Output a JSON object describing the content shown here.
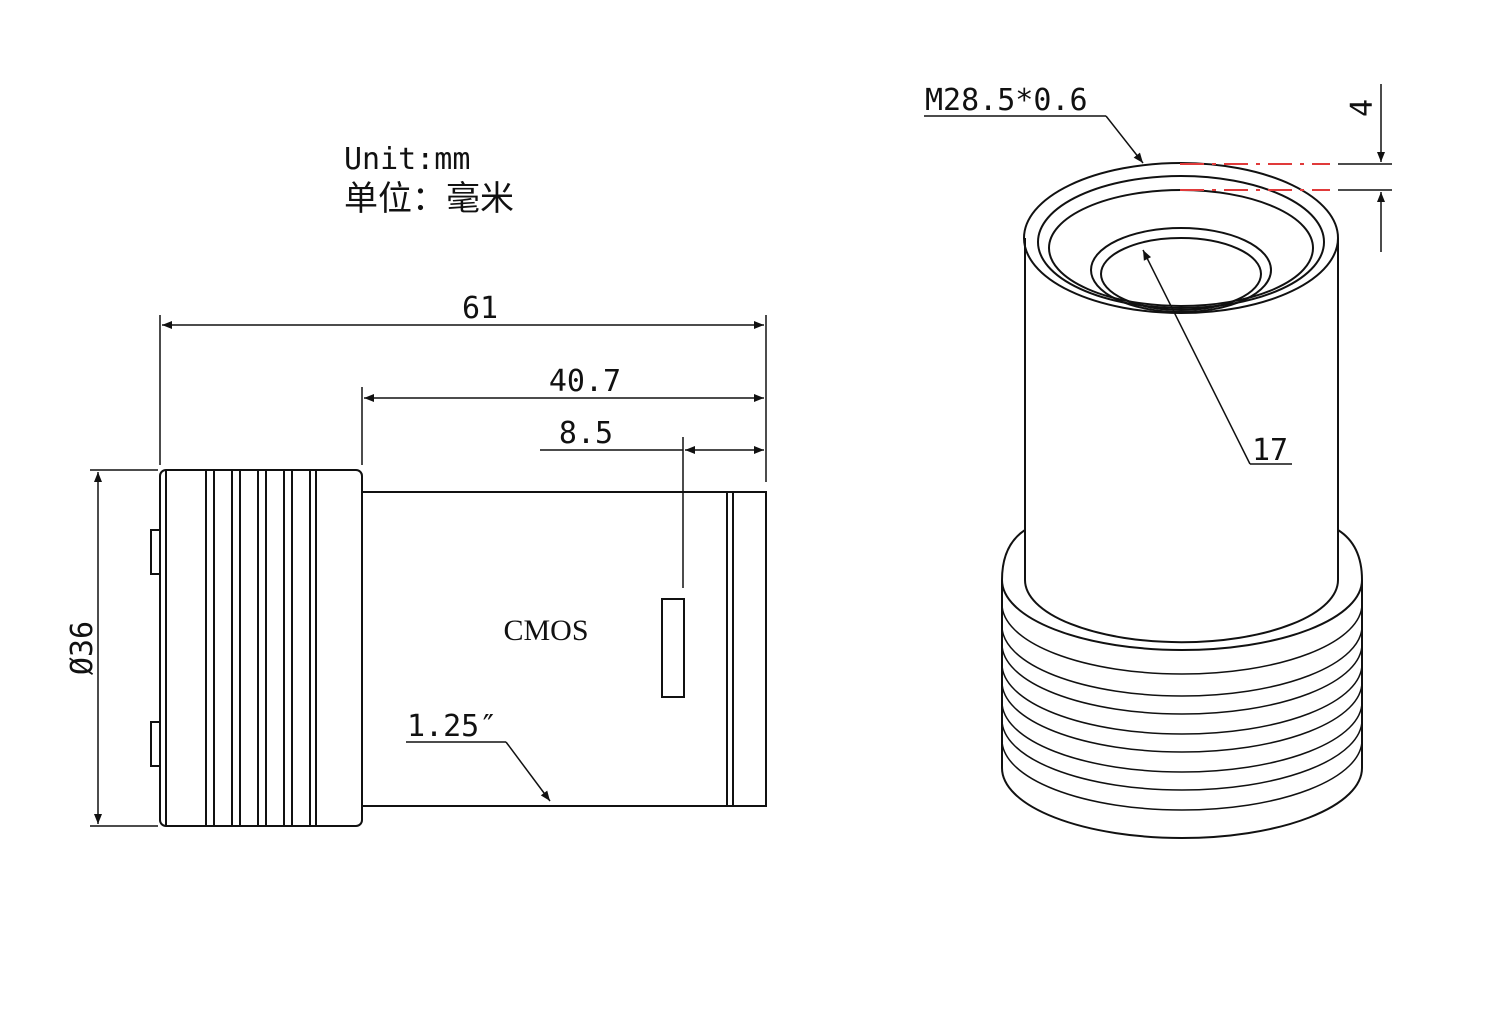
{
  "unit": {
    "line_en": "Unit:mm",
    "line_zh": "单位：毫米"
  },
  "side_view": {
    "dim_total_length": "61",
    "dim_body_length": "40.7",
    "dim_back_focus": "8.5",
    "dim_diameter": "Ø36",
    "sensor_label": "CMOS",
    "nosepiece_label": "1.25″"
  },
  "iso_view": {
    "thread_label": "M28.5*0.6",
    "thread_depth": "4",
    "aperture": "17"
  },
  "colors": {
    "line": "#111111",
    "centerline": "#e03a3a"
  }
}
